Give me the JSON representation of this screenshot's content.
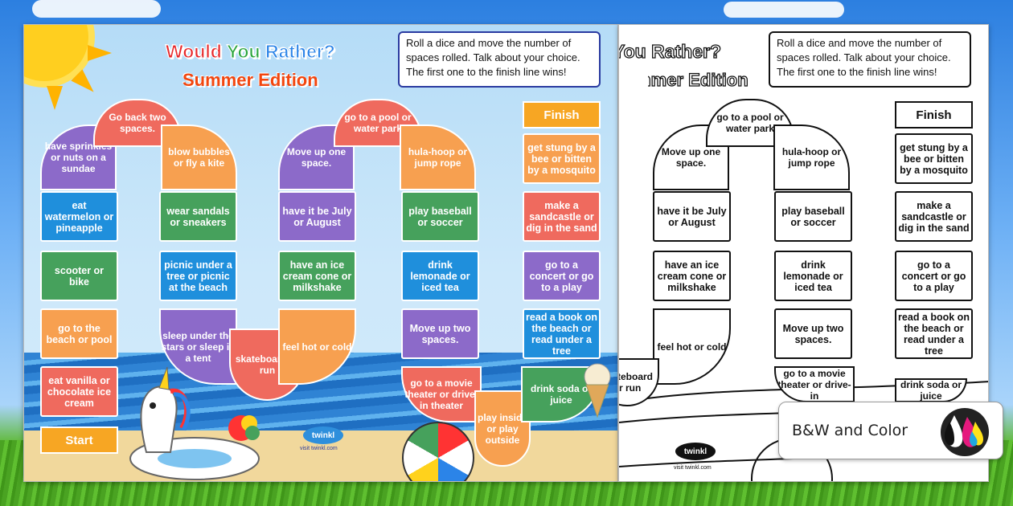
{
  "title": {
    "line1": [
      "Would",
      "You",
      "Rather?"
    ],
    "line2": "Summer Edition"
  },
  "instructions": "Roll a dice and move the number of spaces rolled. Talk about your choice. The first one to the finish line wins!",
  "start_label": "Start",
  "finish_label": "Finish",
  "logo": "twinkl",
  "logo_url_text": "visit twinkl.com",
  "color_board": {
    "col1": [
      "eat vanilla or chocolate ice cream",
      "go to the beach or pool",
      "scooter or bike",
      "eat watermelon or pineapple"
    ],
    "arc1": [
      "have sprinkles or nuts on a sundae",
      "Go back two spaces.",
      "blow bubbles or fly a kite"
    ],
    "col2": [
      "wear sandals or sneakers",
      "picnic under a tree or picnic at the beach",
      "sleep under the stars or sleep in a tent"
    ],
    "arc2": [
      "skateboard or run",
      "feel hot or cold"
    ],
    "col3": [
      "have it be July or August",
      "have an ice cream cone or milkshake"
    ],
    "arc3": [
      "Move up one space.",
      "go to a pool or water park",
      "hula-hoop or jump rope"
    ],
    "col4": [
      "play baseball or soccer",
      "drink lemonade or iced tea",
      "Move up two spaces."
    ],
    "arc4": [
      "go to a movie theater or drive-in theater",
      "play inside or play outside",
      "drink soda or juice"
    ],
    "col5": [
      "get stung by a bee or bitten by a mosquito",
      "make a sandcastle or dig in the sand",
      "go to a concert or go to a play",
      "read a book on the beach or read under a tree"
    ]
  },
  "bw_board": {
    "arc": [
      "Move up one space.",
      "go to a pool or water park",
      "hula-hoop or jump rope"
    ],
    "col_a": [
      "have it be July or August",
      "have an ice cream cone or milkshake",
      "feel hot or cold"
    ],
    "col_b": [
      "play baseball or soccer",
      "drink lemonade or iced tea",
      "Move up two spaces."
    ],
    "col_c": [
      "get stung by a bee or bitten by a mosquito",
      "make a sandcastle or dig in the sand",
      "go to a concert or go to a play",
      "read a book on the beach or read under a tree"
    ],
    "partial": [
      "skateboard or run",
      "go to a movie theater or drive-in",
      "drink soda or juice"
    ]
  },
  "badge_label": "B&W and Color",
  "colors": {
    "purple": "#8c6ac9",
    "blue": "#1f8fdc",
    "green": "#46a15c",
    "orange": "#f7a050",
    "red": "#ef6a5e",
    "yellow": "#f7a623"
  }
}
